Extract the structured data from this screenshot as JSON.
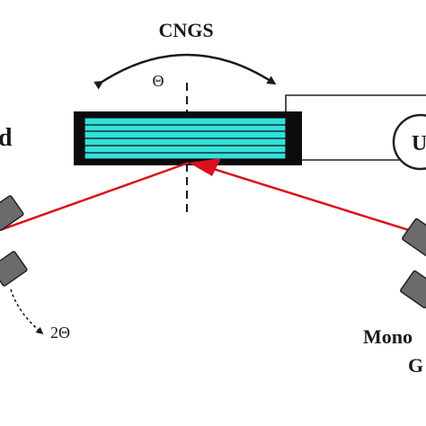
{
  "diagram": {
    "sample_label": "CNGS",
    "rotation_label": "Θ",
    "detector_rotation_label": "2Θ",
    "voltage_label": "U",
    "monochromator_label_line1": "Mono",
    "monochromator_label_line2": "G",
    "left_edge_fragment": "d",
    "colors": {
      "beam": "#d8111c",
      "sample_layers": "#33e0dc",
      "sample_frame": "#0c0c0c",
      "blocks": "#6b6b6b",
      "circuit": "#222222"
    }
  }
}
